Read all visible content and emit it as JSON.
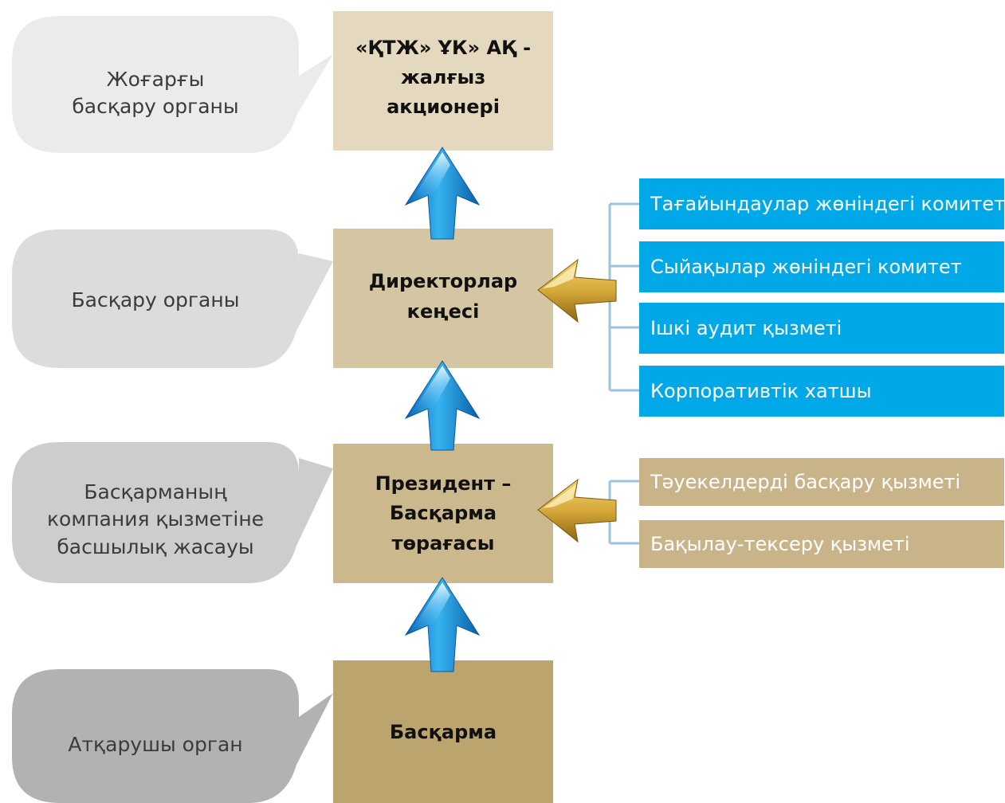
{
  "colors": {
    "callout_1": "#ebebeb",
    "callout_2": "#dcdcdc",
    "callout_3": "#cdcdcd",
    "callout_4": "#b2b2b2",
    "level_1": "#e4d8bf",
    "level_2": "#d5c6a3",
    "level_3": "#cbb88d",
    "level_4": "#bba46e",
    "committee": "#00a8e8",
    "service": "#c9b48a",
    "up_arrow": "#1a93d8",
    "left_arrow": "#d6a93a"
  },
  "levels": [
    {
      "role": "Жоғарғы басқару органы",
      "body": "«ҚТЖ» ҰК» АҚ - жалғыз акционері"
    },
    {
      "role": "Басқару органы",
      "body": "Директорлар кеңесі"
    },
    {
      "role": "Басқарманың компания қызметіне басшылық жасауы",
      "body": "Президент – Басқарма төрағасы"
    },
    {
      "role": "Атқарушы орган",
      "body": "Басқарма"
    }
  ],
  "committees": [
    "Тағайындаулар жөніндегі комитет",
    "Сыйақылар жөніндегі комитет",
    "Ішкі аудит қызметі",
    "Корпоративтік хатшы"
  ],
  "services": [
    "Тәуекелдерді  басқару  қызметі",
    "Бақылау-тексеру қызметі"
  ],
  "icons": {
    "up_arrow": "up-arrow-icon",
    "left_arrow": "left-arrow-icon"
  }
}
